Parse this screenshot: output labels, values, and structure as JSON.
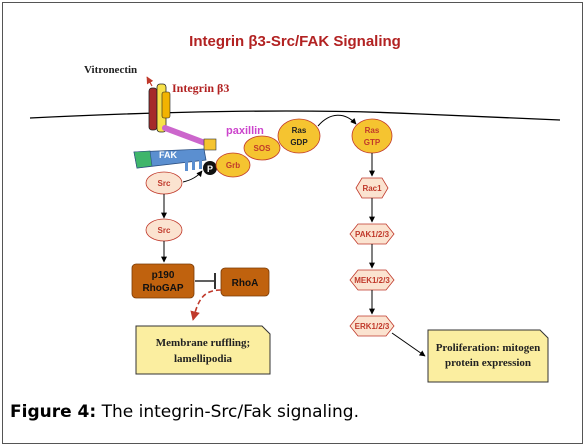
{
  "diagram": {
    "title": "Integrin β3-Src/FAK Signaling",
    "nodes": {
      "vitronectin": "Vitronectin",
      "integrin": "Integrin β3",
      "paxillin": "paxillin",
      "fak": "FAK",
      "phospho": "P",
      "src_membrane": "Src",
      "src_cyto": "Src",
      "grb": "Grb",
      "sos": "SOS",
      "ras_gdp_1": "Ras",
      "ras_gdp_2": "GDP",
      "ras_gtp_1": "Ras",
      "ras_gtp_2": "GTP",
      "rac1": "Rac1",
      "pak": "PAK1/2/3",
      "mek": "MEK1/2/3",
      "erk": "ERK1/2/3",
      "p190_1": "p190",
      "p190_2": "RhoGAP",
      "rhoa": "RhoA",
      "membrane_1": "Membrane ruffling;",
      "membrane_2": "lamellipodia",
      "prolif_1": "Proliferation: mitogen",
      "prolif_2": "protein expression"
    },
    "colors": {
      "title": "#b22222",
      "node_fill": "#f5c430",
      "node_stroke": "#c0392b",
      "note_fill": "#fbeea0",
      "paxillin": "#cc66cc",
      "fak": "#5b8fd0",
      "inhibit": "#c0392b"
    }
  },
  "caption": {
    "label": "Figure 4:",
    "text": " The integrin-Src/Fak signaling."
  }
}
